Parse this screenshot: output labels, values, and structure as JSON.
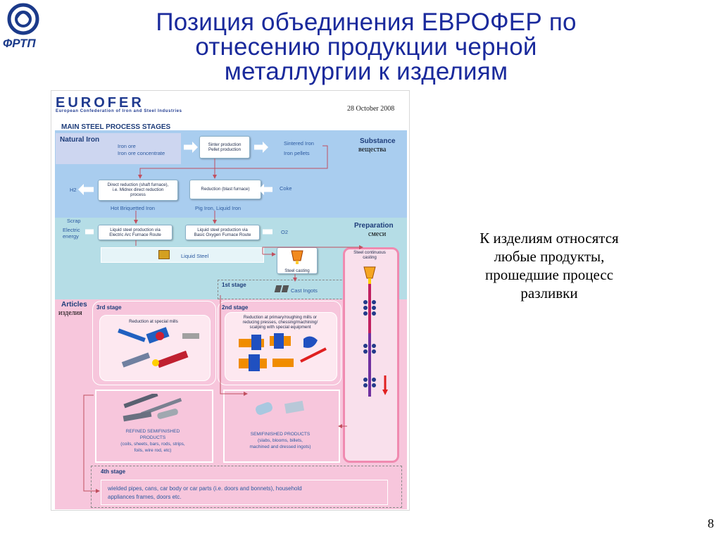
{
  "slide": {
    "title_lines": [
      "Позиция объединения ЕВРОФЕР по",
      "отнесению продукции черной",
      "металлургии к изделиям"
    ],
    "logo_text": "ФРТП",
    "side_text_lines": [
      "К изделиям относятся",
      "любые продукты,",
      "прошедшие процесс",
      "разливки"
    ],
    "page_number": "8"
  },
  "document": {
    "logo": "EUROFER",
    "logo_subtitle": "European Confederation of Iron and Steel Industries",
    "date": "28 October 2008",
    "heading": "MAIN STEEL PROCESS STAGES",
    "bands": {
      "natural_iron": "Natural Iron",
      "substance": "Substance",
      "substance_ru": "вещества",
      "preparation": "Preparation",
      "preparation_ru": "смеси",
      "articles": "Articles",
      "articles_ru": "изделия"
    },
    "inputs": {
      "iron_ore": "Iron ore",
      "iron_ore_concentrate": "Iron ore concentrate",
      "sintered_iron": "Sintered Iron",
      "iron_pellets": "Iron pellets",
      "h2": "H2",
      "coke": "Coke",
      "hot_briquetted": "Hot Briquetted Iron",
      "pig_iron": "Pig Iron, Liquid Iron",
      "scrap": "Scrap",
      "electric_energy_1": "Electric",
      "electric_energy_2": "energy",
      "o2": "O2",
      "liquid_steel": "Liquid Steel",
      "cast_ingots": "Cast Ingots"
    },
    "boxes": {
      "sinter_1": "Sinter production",
      "sinter_2": "Pellet production",
      "direct_reduction_1": "Direct reduction (shaft furnace),",
      "direct_reduction_2": "i.e. Midrex direct reduction",
      "direct_reduction_3": "process",
      "blast_furnace": "Reduction (blast furnace)",
      "eaf_1": "Liquid steel production via",
      "eaf_2": "Electric Arc Furnace Route",
      "bof_1": "Liquid steel production via",
      "bof_2": "Basic Oxygen Furnace Route",
      "steel_casting": "Steel casting",
      "continuous_1": "Steel continuous",
      "continuous_2": "casting"
    },
    "stages": {
      "stage1": "1st stage",
      "stage2": "2nd stage",
      "stage3": "3rd stage",
      "stage4": "4th stage"
    },
    "stage3_box": "Reduction at special mills",
    "stage2_box_1": "Reduction at primary/roughing mills or",
    "stage2_box_2": "reducing presses, chessing/machining/",
    "stage2_box_3": "scalping with special equipment",
    "refined_1": "REFINED SEMIFINISHED",
    "refined_2": "PRODUCTS",
    "refined_3": "(coils, sheets, bars, rods, strips,",
    "refined_4": "foils, wire rod, etc)",
    "semi_1": "SEMIFINISHED PRODUCTS",
    "semi_2": "(slabs, blooms, billets,",
    "semi_3": "machined and dressed ingots)",
    "stage4_text_1": "wielded pipes, cans, car body or car parts (i.e. doors and bonnets), household",
    "stage4_text_2": "appliances frames, doors etc."
  },
  "colors": {
    "title_blue": "#1a2a9c",
    "band_blue": "#a9cdef",
    "band_teal": "#b5dde6",
    "band_pink": "#f7c6dc",
    "natural_iron_box": "#cdd6f0"
  }
}
